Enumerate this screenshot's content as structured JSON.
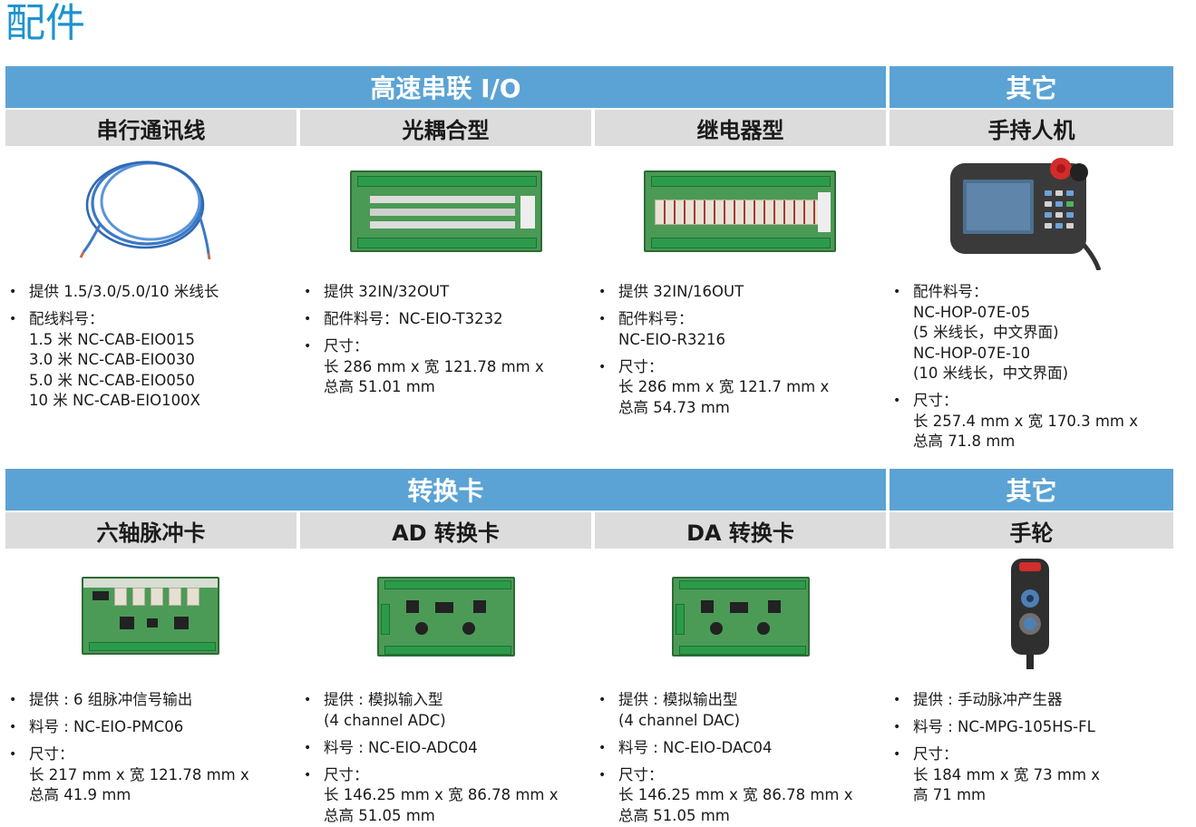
{
  "page_title": "配件",
  "sections": [
    {
      "group_main": "高速串联 I/O",
      "group_other": "其它",
      "categories": [
        "串行通讯线",
        "光耦合型",
        "继电器型",
        "手持人机"
      ],
      "items": [
        {
          "icon": "cable-icon",
          "bullets": [
            [
              "提供 1.5/3.0/5.0/10 米线长"
            ],
            [
              "配线料号：",
              "1.5 米 NC-CAB-EIO015",
              "3.0 米 NC-CAB-EIO030",
              "5.0 米 NC-CAB-EIO050",
              "10 米 NC-CAB-EIO100X"
            ]
          ]
        },
        {
          "icon": "optocoupler-board-icon",
          "bullets": [
            [
              "提供 32IN/32OUT"
            ],
            [
              "配件料号：NC-EIO-T3232"
            ],
            [
              "尺寸：",
              "长 286 mm x 宽 121.78 mm x",
              "总高 51.01 mm"
            ]
          ]
        },
        {
          "icon": "relay-board-icon",
          "bullets": [
            [
              "提供 32IN/16OUT"
            ],
            [
              "配件料号：",
              "NC-EIO-R3216"
            ],
            [
              "尺寸：",
              "长 286 mm x 宽 121.7 mm x",
              "总高 54.73 mm"
            ]
          ]
        },
        {
          "icon": "handheld-terminal-icon",
          "bullets": [
            [
              "配件料号：",
              "NC-HOP-07E-05",
              "(5 米线长，中文界面)",
              "NC-HOP-07E-10",
              "(10 米线长，中文界面)"
            ],
            [
              "尺寸：",
              "长 257.4 mm x 宽 170.3 mm x",
              "总高 71.8 mm"
            ]
          ]
        }
      ]
    },
    {
      "group_main": "转换卡",
      "group_other": "其它",
      "categories": [
        "六轴脉冲卡",
        "AD 转换卡",
        "DA 转换卡",
        "手轮"
      ],
      "items": [
        {
          "icon": "pulse-card-icon",
          "bullets": [
            [
              "提供 : 6 组脉冲信号输出"
            ],
            [
              "料号 : NC-EIO-PMC06"
            ],
            [
              "尺寸：",
              "长 217 mm x 宽 121.78 mm x",
              "总高 41.9 mm"
            ]
          ]
        },
        {
          "icon": "ad-card-icon",
          "bullets": [
            [
              "提供 : 模拟输入型",
              "(4 channel ADC)"
            ],
            [
              "料号 : NC-EIO-ADC04"
            ],
            [
              "尺寸：",
              "长 146.25 mm x 宽 86.78 mm x",
              "总高 51.05 mm"
            ]
          ]
        },
        {
          "icon": "da-card-icon",
          "bullets": [
            [
              "提供 : 模拟输出型",
              "(4 channel DAC)"
            ],
            [
              "料号 : NC-EIO-DAC04"
            ],
            [
              "尺寸：",
              "长 146.25 mm x 宽 86.78 mm x",
              "总高 51.05 mm"
            ]
          ]
        },
        {
          "icon": "handwheel-icon",
          "bullets": [
            [
              "提供 : 手动脉冲产生器"
            ],
            [
              "料号 : NC-MPG-105HS-FL"
            ],
            [
              "尺寸：",
              "长 184 mm x 宽 73 mm x",
              "高 71 mm"
            ]
          ]
        }
      ]
    }
  ]
}
